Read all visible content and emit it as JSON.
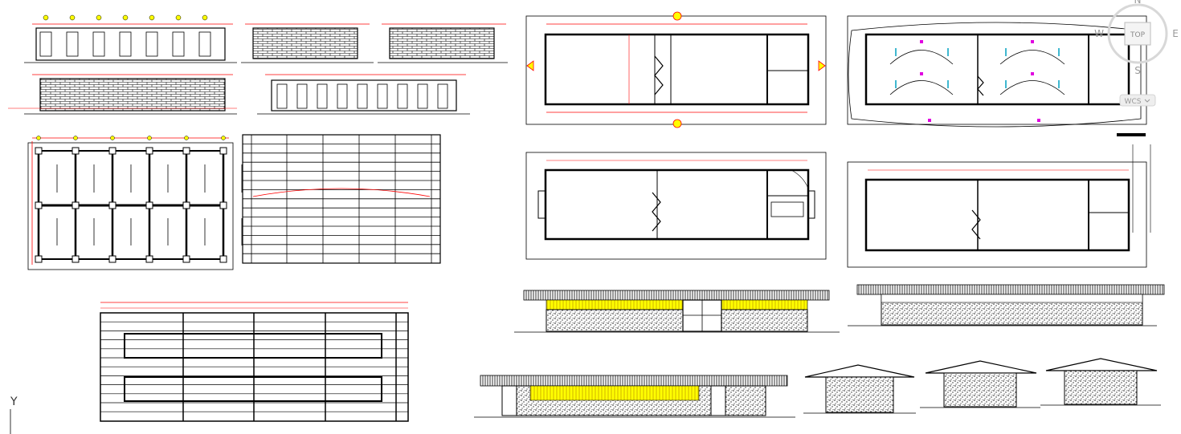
{
  "viewcube": {
    "north": "N",
    "west": "W",
    "east": "E",
    "south": "S",
    "face": "TOP",
    "wcs": "WCS"
  },
  "ucs": {
    "y_axis": "Y"
  },
  "colors": {
    "line": "#000000",
    "dimension": "#ff0000",
    "marker_yellow": "#ffff00",
    "marker_green": "#00c000",
    "marker_magenta": "#e000e0",
    "fixture_cyan": "#00a0c0",
    "hatch": "#4a4a4a"
  }
}
